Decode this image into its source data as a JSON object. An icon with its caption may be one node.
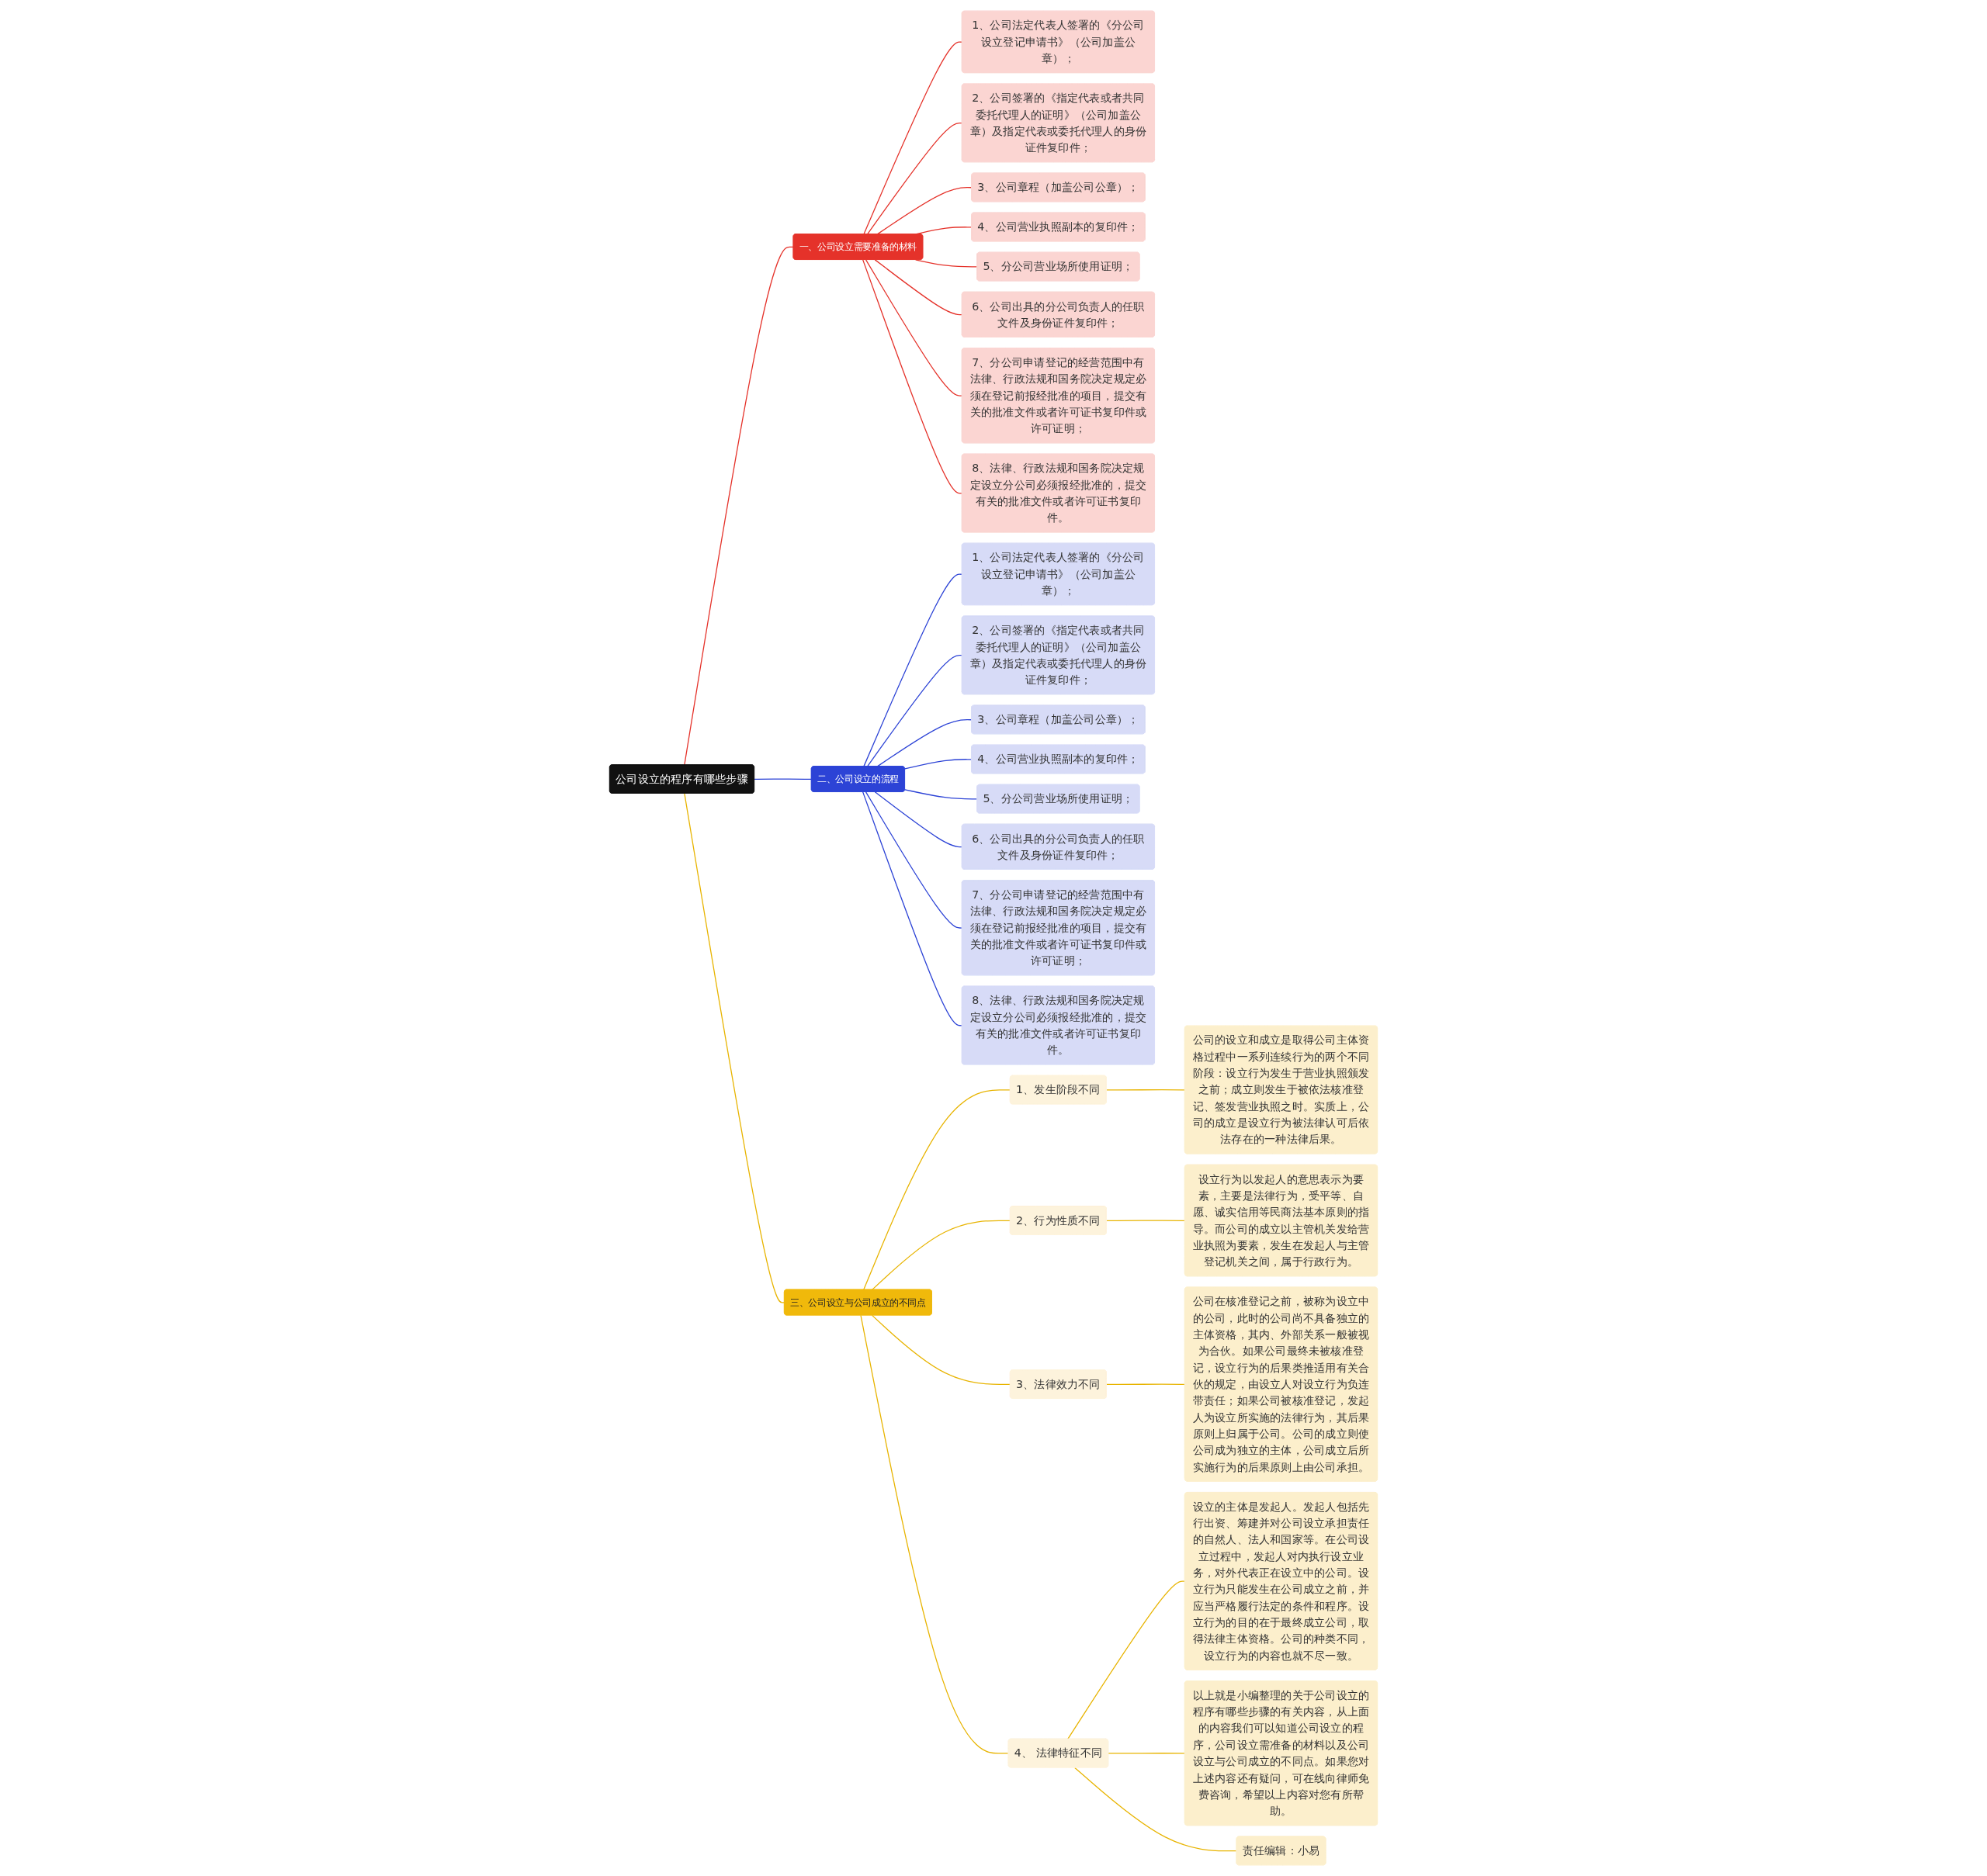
{
  "diagram": {
    "nodes": [
      {
        "text": [
          "公司设立的程序有哪些步骤"
        ]
      },
      {
        "text": [
          "一、公司设立需要准备的材料"
        ]
      },
      {
        "text": [
          "1、公司法定代表人签署的《分公司设立登记申请书》（公司加盖公章）；"
        ]
      },
      {
        "text": [
          "2、公司签署的《指定代表或者共同委托代理人的证明》（公司加盖公章）及指定代表或委托代理人的身份证件复印件；"
        ]
      },
      {
        "text": [
          "3、公司章程（加盖公司公章）；"
        ]
      },
      {
        "text": [
          "4、公司营业执照副本的复印件；"
        ]
      },
      {
        "text": [
          "5、分公司营业场所使用证明；"
        ]
      },
      {
        "text": [
          "6、公司出具的分公司负责人的任职文件及身份证件复印件；"
        ]
      },
      {
        "text": [
          "7、分公司申请登记的经营范围中有法律、行政法规和国务院决定规定必须在登记前报经批准的项目，提交有关的批准文件或者许可证书复印件或许可证明；"
        ]
      },
      {
        "text": [
          "8、法律、行政法规和国务院决定规定设立分公司必须报经批准的，提交有关的批准文件或者许可证书复印件。"
        ]
      },
      {
        "text": [
          "二、公司设立的流程"
        ]
      },
      {
        "text": [
          "1、公司法定代表人签署的《分公司设立登记申请书》（公司加盖公章）；"
        ]
      },
      {
        "text": [
          "2、公司签署的《指定代表或者共同委托代理人的证明》（公司加盖公章）及指定代表或委托代理人的身份证件复印件；"
        ]
      },
      {
        "text": [
          "3、公司章程（加盖公司公章）；"
        ]
      },
      {
        "text": [
          "4、公司营业执照副本的复印件；"
        ]
      },
      {
        "text": [
          "5、分公司营业场所使用证明；"
        ]
      },
      {
        "text": [
          "6、公司出具的分公司负责人的任职文件及身份证件复印件；"
        ]
      },
      {
        "text": [
          "7、分公司申请登记的经营范围中有法律、行政法规和国务院决定规定必须在登记前报经批准的项目，提交有关的批准文件或者许可证书复印件或许可证明；"
        ]
      },
      {
        "text": [
          "8、法律、行政法规和国务院决定规定设立分公司必须报经批准的，提交有关的批准文件或者许可证书复印件。"
        ]
      },
      {
        "text": [
          "三、公司设立与公司成立的不同点"
        ]
      },
      {
        "text": [
          "1、发生阶段不同"
        ]
      },
      {
        "text": [
          "公司的设立和成立是取得公司主体资格过程中一系列连续行为的两个不同阶段：设立行为发生于营业执照颁发之前；成立则发生于被依法核准登记、签发营业执照之时。实质上，公司的成立是设立行为被法律认可后依法存在的一种法律后果。"
        ]
      },
      {
        "text": [
          "2、行为性质不同"
        ]
      },
      {
        "text": [
          "设立行为以发起人的意思表示为要素，主要是法律行为，受平等、自愿、诚实信用等民商法基本原则的指导。而公司的成立以主管机关发给营业执照为要素，发生在发起人与主管登记机关之间，属于行政行为。"
        ]
      },
      {
        "text": [
          "3、法律效力不同"
        ]
      },
      {
        "text": [
          "公司在核准登记之前，被称为设立中的公司，此时的公司尚不具备独立的主体资格，其内、外部关系一般被视为合伙。如果公司最终未被核准登记，设立行为的后果类推适用有关合伙的规定，由设立人对设立行为负连带责任；如果公司被核准登记，发起人为设立所实施的法律行为，其后果原则上归属于公司。公司的成立则使公司成为独立的主体，公司成立后所实施行为的后果原则上由公司承担。"
        ]
      },
      {
        "text": [
          "4、 法律特征不同"
        ]
      },
      {
        "text": [
          "设立的主体是发起人。发起人包括先行出资、筹建并对公司设立承担责任的自然人、法人和国家等。在公司设立过程中，发起人对内执行设立业务，对外代表正在设立中的公司。设立行为只能发生在公司成立之前，并应当严格履行法定的条件和程序。设立行为的目的在于最终成立公司，取得法律主体资格。公司的种类不同，设立行为的内容也就不尽一致。"
        ]
      },
      {
        "text": [
          "以上就是小编整理的关于公司设立的程序有哪些步骤的有关内容，从上面的内容我们可以知道公司设立的程序，公司设立需准备的材料以及公司设立与公司成立的不同点。如果您对上述内容还有疑问，可在线向律师免费咨询，希望以上内容对您有所帮助。"
        ]
      },
      {
        "text": [
          "责任编辑：小易"
        ]
      }
    ],
    "edges": [
      {
        "from": 0,
        "to": 1,
        "arrow": "none",
        "color": "#e5322a"
      },
      {
        "from": 1,
        "to": 2,
        "arrow": "none",
        "color": "#e5322a"
      },
      {
        "from": 1,
        "to": 3,
        "arrow": "none",
        "color": "#e5322a"
      },
      {
        "from": 1,
        "to": 4,
        "arrow": "none",
        "color": "#e5322a"
      },
      {
        "from": 1,
        "to": 5,
        "arrow": "none",
        "color": "#e5322a"
      },
      {
        "from": 1,
        "to": 6,
        "arrow": "none",
        "color": "#e5322a"
      },
      {
        "from": 1,
        "to": 7,
        "arrow": "none",
        "color": "#e5322a"
      },
      {
        "from": 1,
        "to": 8,
        "arrow": "none",
        "color": "#e5322a"
      },
      {
        "from": 1,
        "to": 9,
        "arrow": "none",
        "color": "#e5322a"
      },
      {
        "from": 0,
        "to": 10,
        "arrow": "none",
        "color": "#2c43d6"
      },
      {
        "from": 10,
        "to": 11,
        "arrow": "none",
        "color": "#2c43d6"
      },
      {
        "from": 10,
        "to": 12,
        "arrow": "none",
        "color": "#2c43d6"
      },
      {
        "from": 10,
        "to": 13,
        "arrow": "none",
        "color": "#2c43d6"
      },
      {
        "from": 10,
        "to": 14,
        "arrow": "none",
        "color": "#2c43d6"
      },
      {
        "from": 10,
        "to": 15,
        "arrow": "none",
        "color": "#2c43d6"
      },
      {
        "from": 10,
        "to": 16,
        "arrow": "none",
        "color": "#2c43d6"
      },
      {
        "from": 10,
        "to": 17,
        "arrow": "none",
        "color": "#2c43d6"
      },
      {
        "from": 10,
        "to": 18,
        "arrow": "none",
        "color": "#2c43d6"
      },
      {
        "from": 0,
        "to": 19,
        "arrow": "none"
      },
      {
        "from": 19,
        "to": 20,
        "arrow": "none"
      },
      {
        "from": 20,
        "to": 21,
        "arrow": "none"
      },
      {
        "from": 19,
        "to": 22,
        "arrow": "none"
      },
      {
        "from": 22,
        "to": 23,
        "arrow": "none"
      },
      {
        "from": 19,
        "to": 24,
        "arrow": "none"
      },
      {
        "from": 24,
        "to": 25,
        "arrow": "none"
      },
      {
        "from": 19,
        "to": 26,
        "arrow": "none"
      },
      {
        "from": 26,
        "to": 27,
        "arrow": "none"
      },
      {
        "from": 26,
        "to": 28,
        "arrow": "none"
      },
      {
        "from": 26,
        "to": 29,
        "arrow": "none"
      }
    ]
  }
}
